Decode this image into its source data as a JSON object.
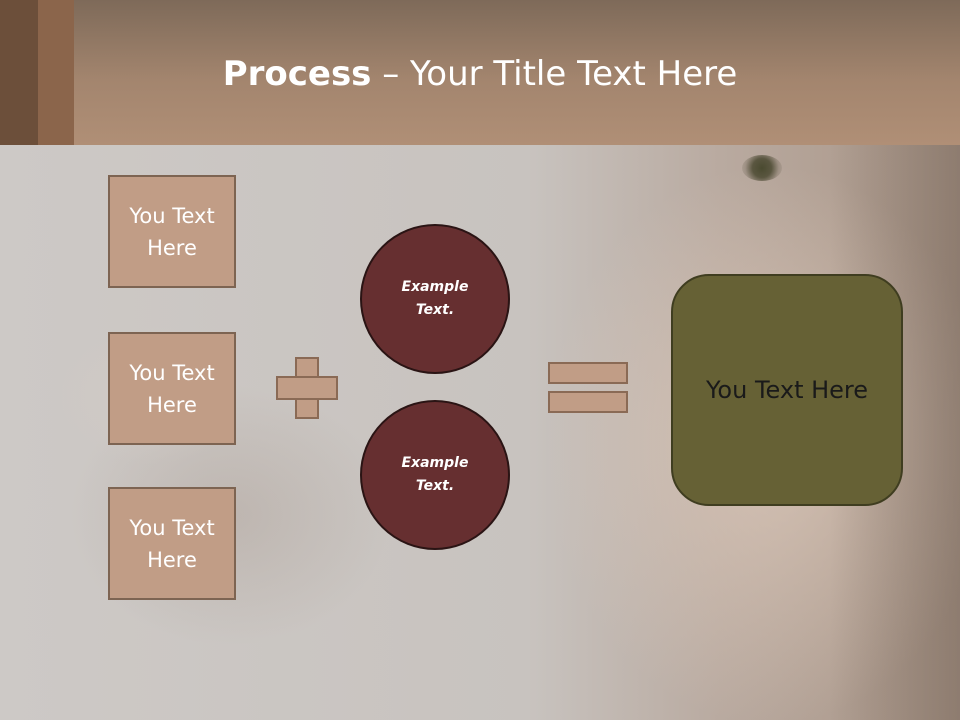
{
  "title": {
    "bold": "Process",
    "rest": " – Your Title Text Here"
  },
  "inputs": [
    {
      "label": "You Text Here"
    },
    {
      "label": "You Text Here"
    },
    {
      "label": "You Text Here"
    }
  ],
  "circles": [
    {
      "label": "Example Text."
    },
    {
      "label": "Example Text."
    }
  ],
  "result": {
    "label": "You Text Here"
  },
  "colors": {
    "header": "#a3856e",
    "box_fill": "#c19d86",
    "circle_fill": "#662f30",
    "result_fill": "#666135"
  }
}
